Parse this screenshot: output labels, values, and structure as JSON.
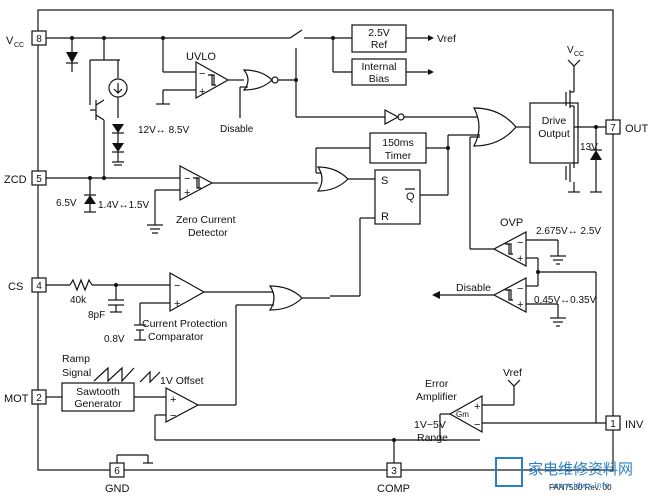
{
  "pins": {
    "vcc_main": "V",
    "vcc_sub": "CC",
    "vcc_num": "8",
    "zcd": "ZCD",
    "zcd_num": "5",
    "cs": "CS",
    "cs_num": "4",
    "mot": "MOT",
    "mot_num": "2",
    "out": "OUT",
    "out_num": "7",
    "inv": "INV",
    "inv_num": "1",
    "gnd": "GND",
    "gnd_num": "6",
    "comp": "COMP",
    "comp_num": "3"
  },
  "blocks": {
    "vref_box": "2.5V",
    "vref_box2": "Ref",
    "vref_out": "Vref",
    "bias1": "Internal",
    "bias2": "Bias",
    "uvlo": "UVLO",
    "uvlo_thr": "12V↔ 8.5V",
    "disable": "Disable",
    "timer1": "150ms",
    "timer2": "Timer",
    "drive1": "Drive",
    "drive2": "Output",
    "drive_vcc_main": "V",
    "drive_vcc_sub": "CC",
    "clamp_13v": "13V",
    "sr_s": "S",
    "sr_r": "R",
    "sr_q": "Q",
    "ovp": "OVP",
    "ovp_thr": "2.675V↔ 2.5V",
    "disable2": "Disable",
    "dis_thr": "0.45V↔0.35V",
    "zcd_clamp": "6.5V",
    "zcd_thr": "1.4V↔1.5V",
    "zcd_name1": "Zero Current",
    "zcd_name2": "Detector",
    "cs_res": "40k",
    "cs_cap": "8pF",
    "cs_ref": "0.8V",
    "cp_name1": "Current Protection",
    "cp_name2": "Comparator",
    "ramp1": "Ramp",
    "ramp2": "Signal",
    "offset": "1V Offset",
    "saw1": "Sawtooth",
    "saw2": "Generator",
    "ea1": "Error",
    "ea2": "Amplifier",
    "gm": "Gm",
    "vref_ea": "Vref",
    "range1": "1V~5V",
    "range2": "Range",
    "plus": "+",
    "minus": "−"
  },
  "footer": {
    "rev": "FAN7530 Rev. 00",
    "watermark": "家电维修资料网",
    "watermark_url": "www.jdwx.info"
  }
}
